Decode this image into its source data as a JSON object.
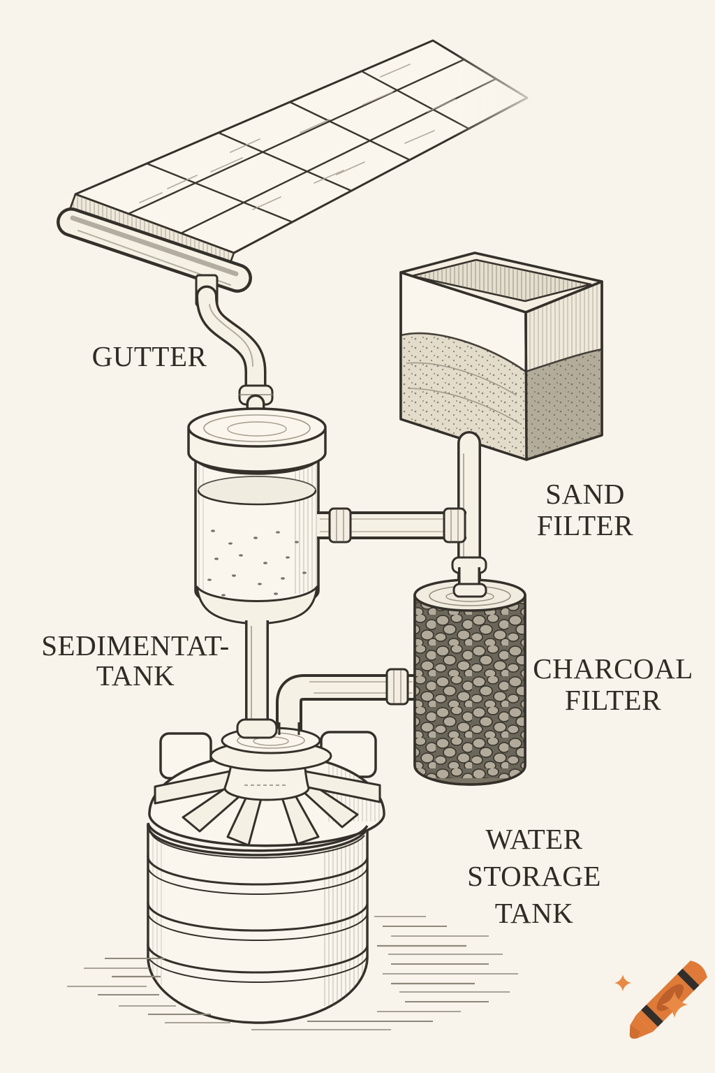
{
  "page": {
    "background_color": "#F8F4EB",
    "ink_color": "#34302A",
    "style": "hand-drawn pencil sketch"
  },
  "diagram": {
    "subject": "rainwater harvesting and filtration system",
    "labels": {
      "gutter": "GUTTER",
      "sedimentation_tank": [
        "SEDIMENTAT-",
        "TANK"
      ],
      "sand_filter": [
        "SAND",
        "FILTER"
      ],
      "charcoal_filter": [
        "CHARCOAL",
        "FILTER"
      ],
      "water_storage_tank": [
        "WATER",
        "STORAGE",
        "TANK"
      ]
    },
    "components": [
      "tiled-roof",
      "gutter",
      "downspout-pipe",
      "sedimentation-tank",
      "sand-filter-box",
      "charcoal-filter-cylinder",
      "water-storage-tank",
      "connecting-pipes",
      "ground-shading"
    ]
  },
  "logo": {
    "icon": "crayon-icon",
    "crayon_color": "#DF7A38",
    "crayon_oval_color": "#BC5F2B",
    "stripe_color": "#332E29",
    "sparkle_color": "#E88A45"
  }
}
